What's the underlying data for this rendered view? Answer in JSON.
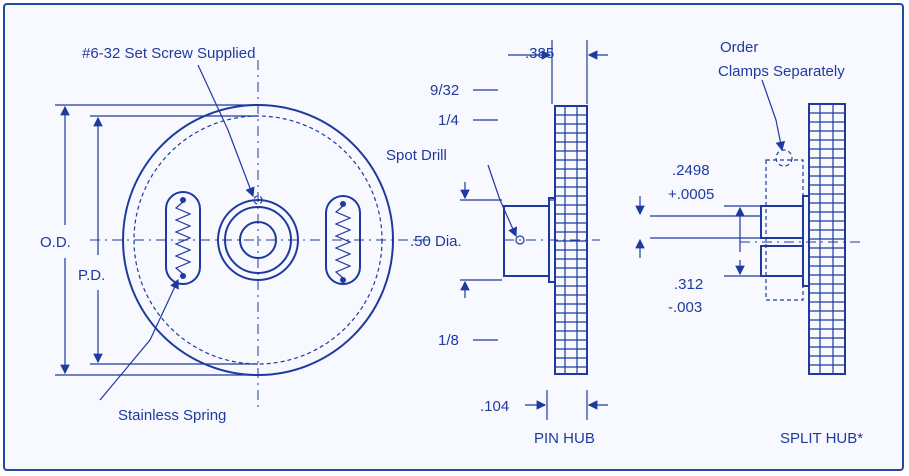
{
  "labels": {
    "set_screw": "#6-32 Set Screw Supplied",
    "stainless_spring": "Stainless Spring",
    "od": "O.D.",
    "pd": "P.D.",
    "dim_385": ".385",
    "dim_9_32": "9/32",
    "dim_1_4": "1/4",
    "spot_drill": "Spot Drill",
    "dia_50": ".50 Dia.",
    "dim_1_8": "1/8",
    "dim_104": ".104",
    "pin_hub": "PIN HUB",
    "order_line1": "Order",
    "order_line2": "Clamps Separately",
    "dim_2498": ".2498",
    "dim_0005": "+.0005",
    "dim_312": ".312",
    "dim_003": "-.003",
    "split_hub": "SPLIT HUB*"
  },
  "colors": {
    "ink": "#1f3a9e",
    "frame": "#2747a6",
    "background": "#f7f9ff"
  }
}
